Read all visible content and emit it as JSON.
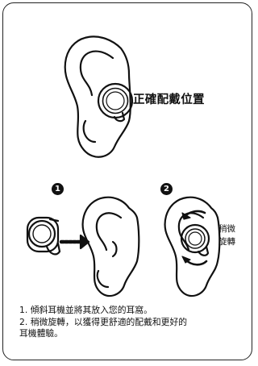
{
  "heading": "正確配戴位置",
  "step_badges": [
    "1",
    "2"
  ],
  "side_label": [
    "稍微",
    "旋轉"
  ],
  "instructions": [
    "1. 傾斜耳機並將其放入您的耳窩。",
    "2. 稍微旋轉，以獲得更舒適的配戴和更好的",
    "耳機體驗。"
  ]
}
